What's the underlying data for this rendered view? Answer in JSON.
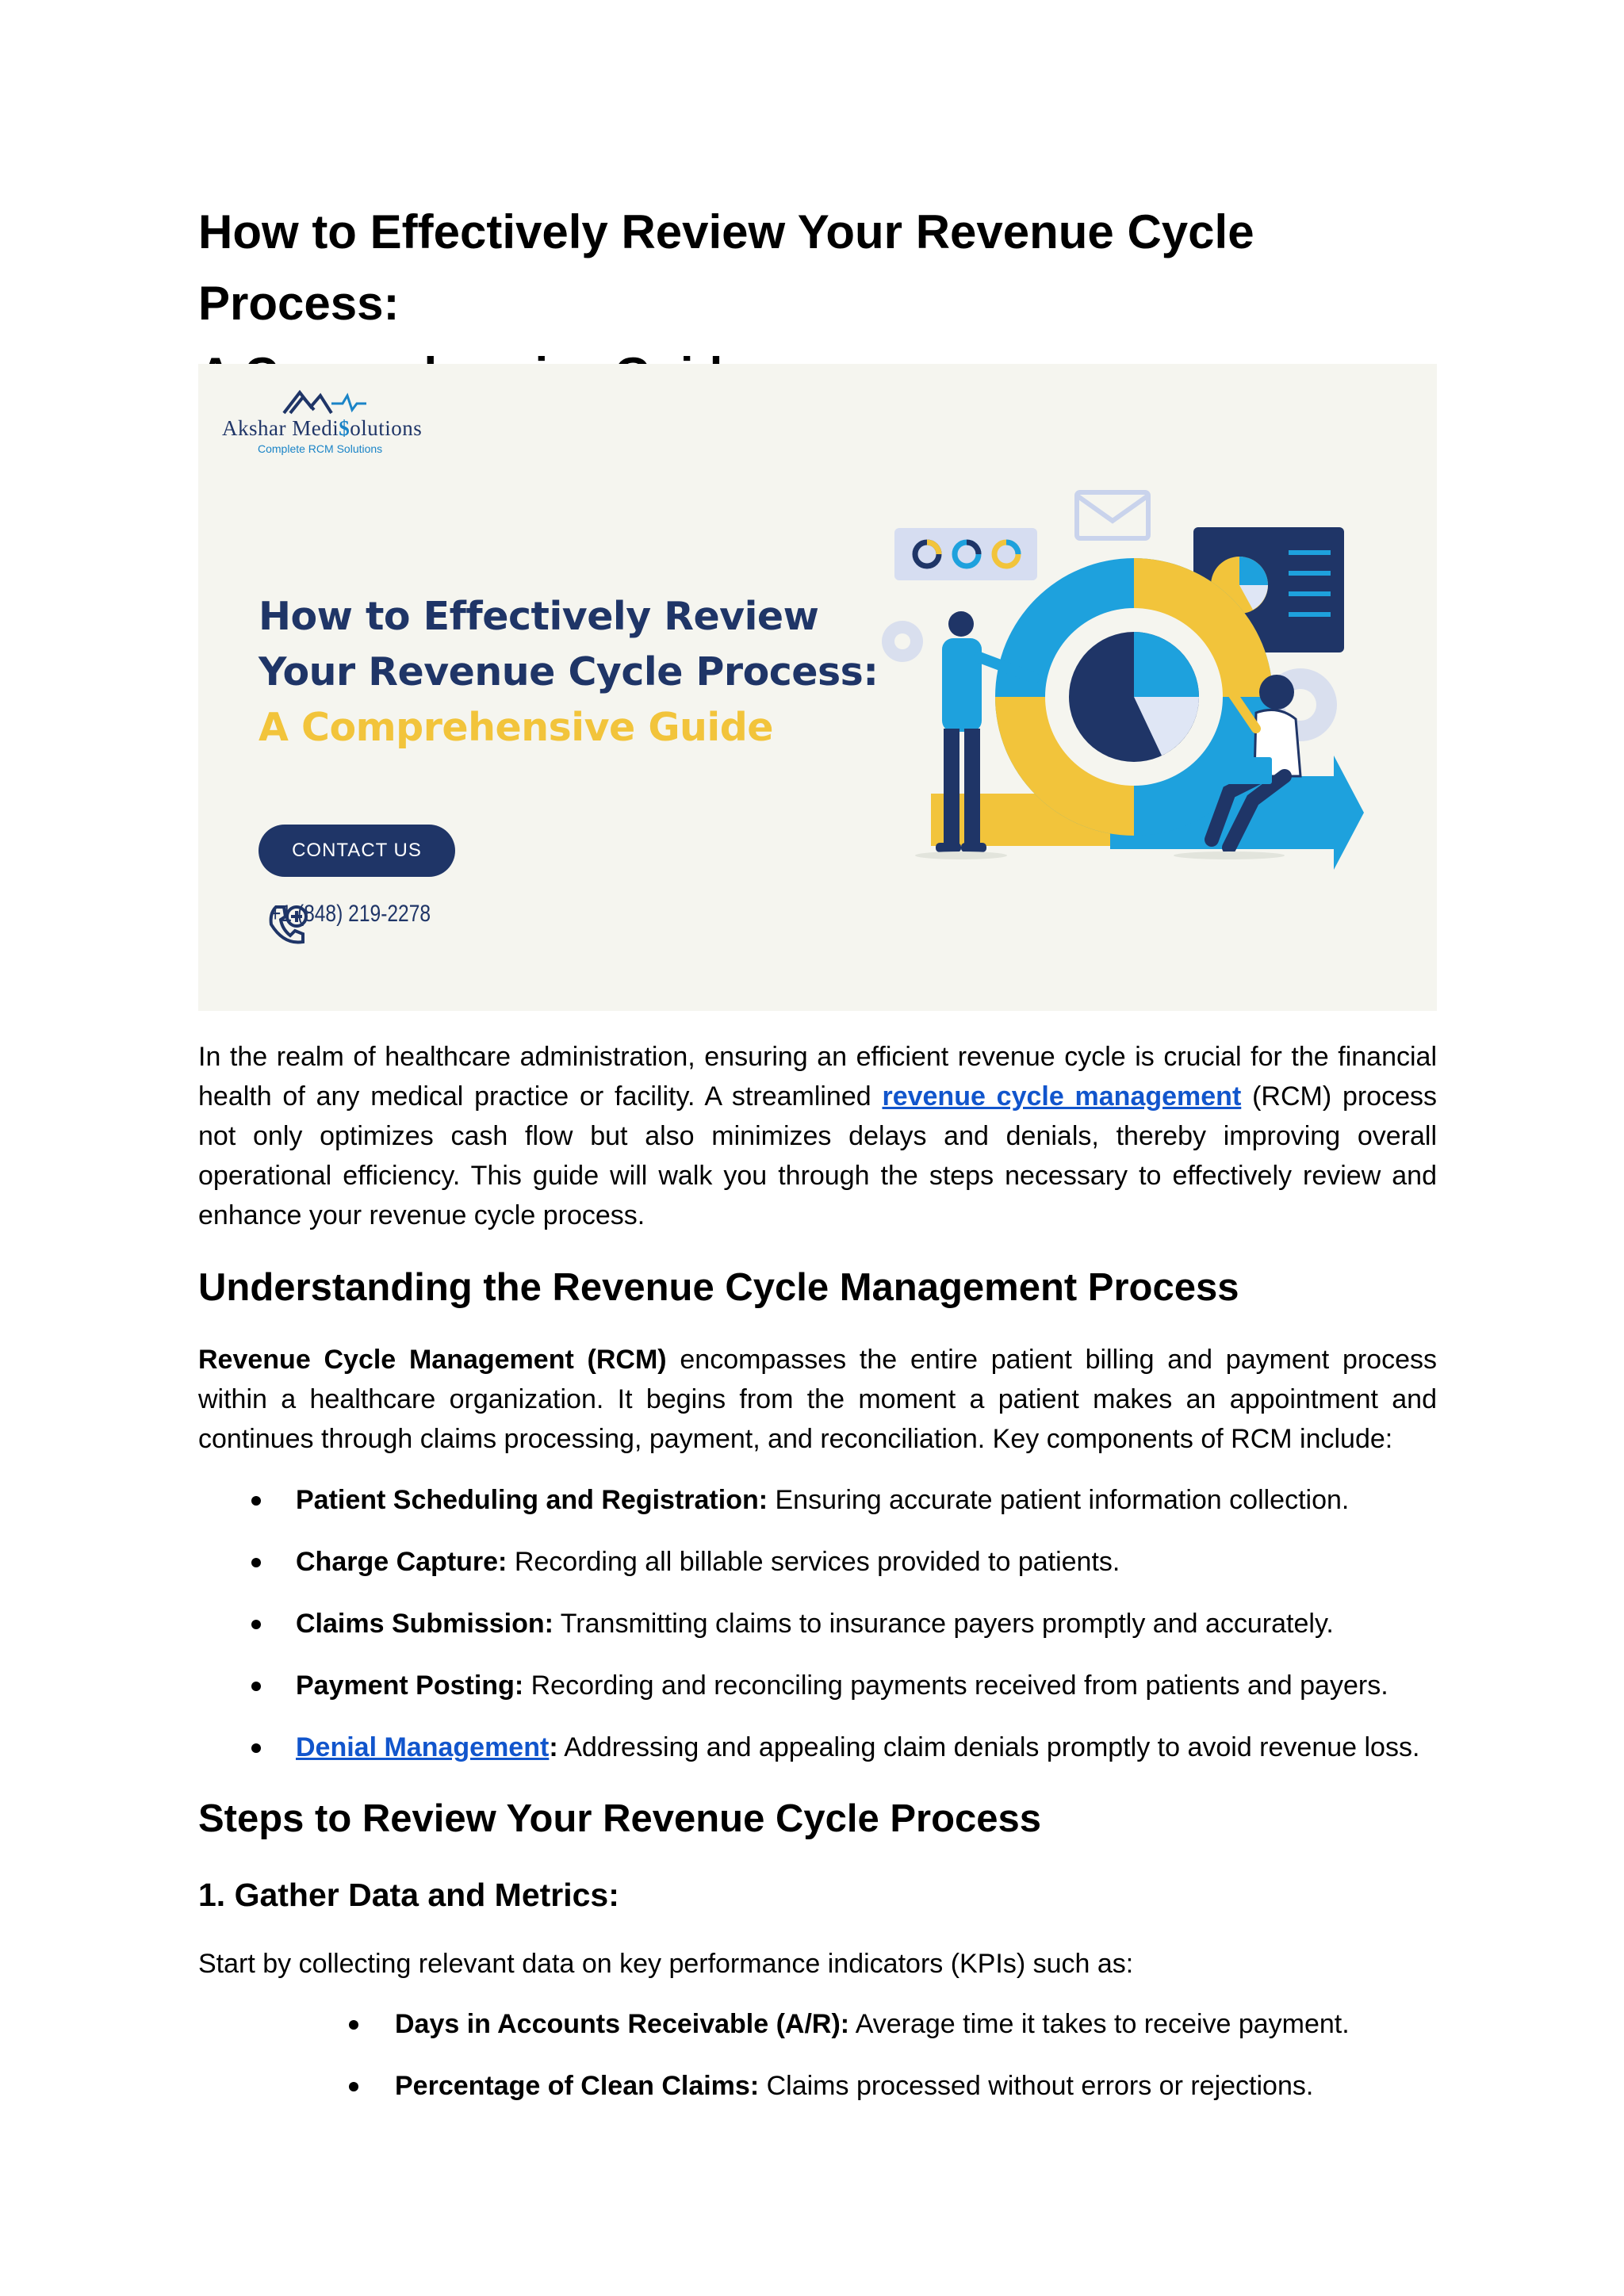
{
  "title_line1": "How to Effectively Review Your Revenue Cycle Process:",
  "title_line2": "A Comprehensive Guide",
  "banner": {
    "logo_name_part1": "Akshar Medi",
    "logo_name_dollar": "$",
    "logo_name_part2": "olutions",
    "logo_tagline": "Complete RCM Solutions",
    "heading_line1": "How to Effectively Review",
    "heading_line2": "Your Revenue Cycle Process:",
    "heading_line3": "A Comprehensive Guide",
    "contact_label": "CONTACT US",
    "phone": "+1 (848) 219-2278",
    "colors": {
      "navy": "#1f3567",
      "blue": "#1ea1dd",
      "yellow": "#f2c43b",
      "background": "#f5f5ef"
    }
  },
  "intro": {
    "part1": "In the realm of healthcare administration, ensuring an efficient revenue cycle is crucial for the financial health of any medical practice or facility. A streamlined ",
    "link": "revenue cycle management",
    "part2": " (RCM) process not only optimizes cash flow but also minimizes delays and denials, thereby improving overall operational efficiency. This guide will walk you through the steps necessary to effectively review and enhance your revenue cycle process."
  },
  "section1": {
    "heading": "Understanding the Revenue Cycle Management Process",
    "para_bold": "Revenue Cycle Management (RCM)",
    "para_rest": " encompasses the entire patient billing and payment process within a healthcare organization. It begins from the moment a patient makes an appointment and continues through claims processing, payment, and reconciliation. Key components of RCM include:",
    "items": [
      {
        "bold": "Patient Scheduling and Registration:",
        "text": " Ensuring accurate patient information collection."
      },
      {
        "bold": "Charge Capture:",
        "text": " Recording all billable services provided to patients."
      },
      {
        "bold": "Claims Submission:",
        "text": " Transmitting claims to insurance payers promptly and accurately."
      },
      {
        "bold": "Payment Posting:",
        "text": " Recording and reconciling payments received from patients and payers."
      },
      {
        "link": "Denial Management",
        "bold": ":",
        "text": " Addressing and appealing claim denials promptly to avoid revenue loss."
      }
    ]
  },
  "section2": {
    "heading": "Steps to Review Your Revenue Cycle Process",
    "step1_heading": "1. Gather Data and Metrics:",
    "step1_intro": "Start by collecting relevant data on key performance indicators (KPIs) such as:",
    "kpis": [
      {
        "bold": "Days in Accounts Receivable (A/R):",
        "text": " Average time it takes to receive payment."
      },
      {
        "bold": "Percentage of Clean Claims:",
        "text": " Claims processed without errors or rejections."
      }
    ]
  }
}
